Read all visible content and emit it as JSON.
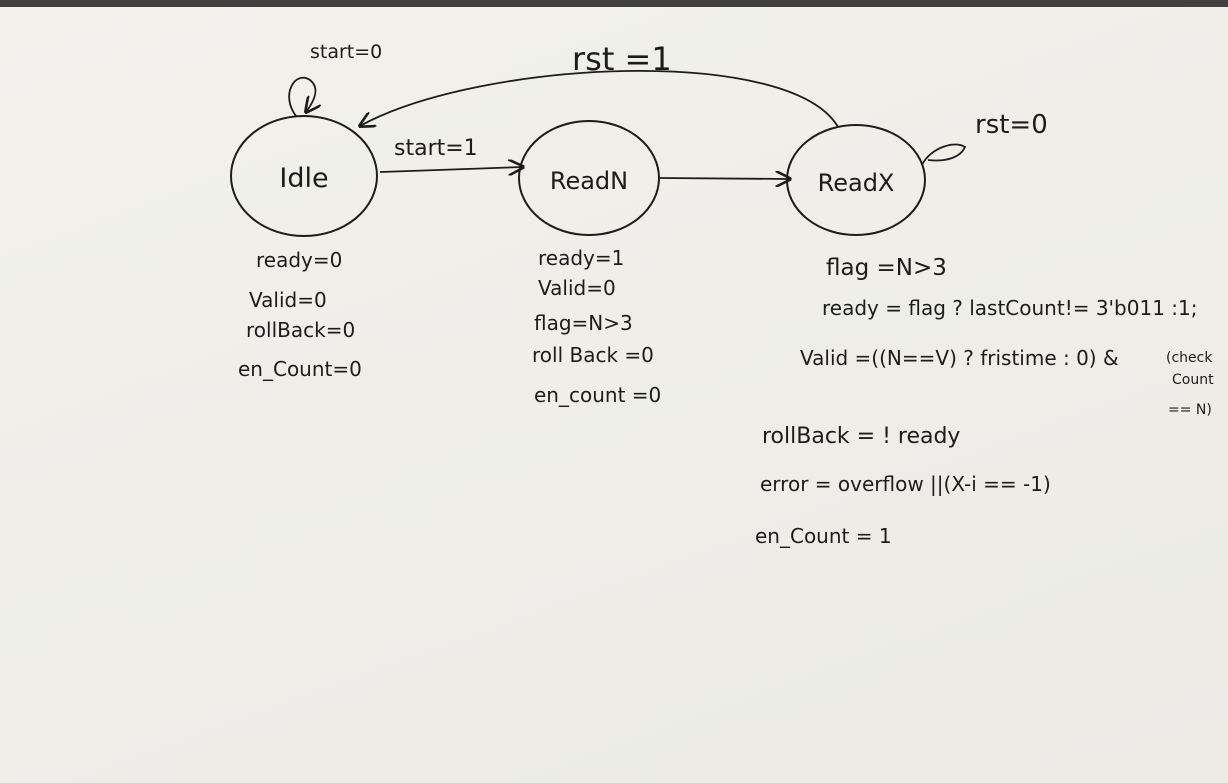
{
  "states": {
    "idle": {
      "name": "Idle"
    },
    "readn": {
      "name": "ReadN"
    },
    "readx": {
      "name": "ReadX"
    }
  },
  "transitions": {
    "idle_self": "start=0",
    "idle_to_readn": "start=1",
    "readx_to_idle": "rst =1",
    "readx_self": "rst=0"
  },
  "outputs": {
    "idle": [
      "ready=0",
      "Valid=0",
      "rollBack=0",
      "en_Count=0"
    ],
    "readn": [
      "ready=1",
      "Valid=0",
      "flag=N>3",
      "roll Back =0",
      "en_count =0"
    ],
    "readx": [
      "flag =N>3",
      "ready = flag ? lastCount!= 3'b011 :1;",
      "Valid =((N==V) ? fristime : 0) &",
      "rollBack = ! ready",
      "error = overflow ||(X-i == -1)",
      "en_Count = 1"
    ],
    "readx_check": [
      "(check",
      "Count",
      "== N)"
    ]
  },
  "colors": {
    "paper": "#efeee9",
    "ink": "#1c1c1c",
    "frame": "#5c5c5c"
  }
}
